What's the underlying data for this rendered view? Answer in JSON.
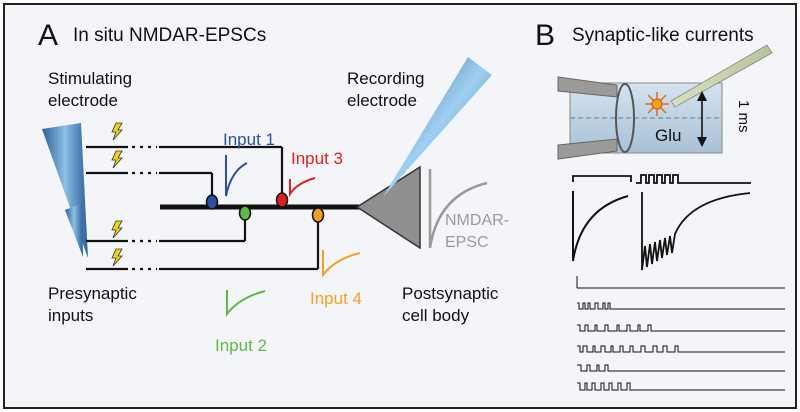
{
  "panel_a": {
    "letter": "A",
    "title": "In situ NMDAR-EPSCs",
    "stim_label_1": "Stimulating",
    "stim_label_2": "electrode",
    "rec_label_1": "Recording",
    "rec_label_2": "electrode",
    "input1": "Input 1",
    "input2": "Input 2",
    "input3": "Input 3",
    "input4": "Input 4",
    "epsc_1": "NMDAR-",
    "epsc_2": "EPSC",
    "pre_1": "Presynaptic",
    "pre_2": "inputs",
    "post_1": "Postsynaptic",
    "post_2": "cell body"
  },
  "panel_b": {
    "letter": "B",
    "title": "Synaptic-like currents",
    "glu": "Glu",
    "scale": "1 ms"
  },
  "colors": {
    "input1": "#2b4fa3",
    "input2": "#5fb946",
    "input3": "#e02020",
    "input4": "#f5a023",
    "epsc": "#9a9a9a",
    "soma": "#8f8f8f",
    "electrode": "#3a78b5"
  }
}
